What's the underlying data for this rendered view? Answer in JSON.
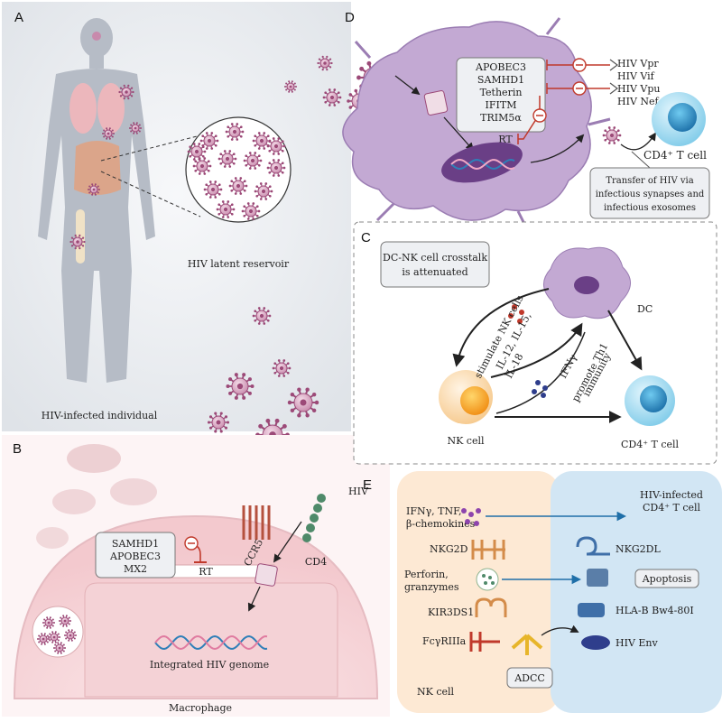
{
  "panels": {
    "A": {
      "letter": "A",
      "reservoir_label": "HIV latent reservoir",
      "individual_label": "HIV-infected individual"
    },
    "B": {
      "letter": "B",
      "restriction_factors": [
        "SAMHD1",
        "APOBEC3",
        "MX2"
      ],
      "rt_label": "RT",
      "ccr5_label": "CCR5",
      "cd4_label": "CD4",
      "hiv_label": "HIV",
      "genome_label": "Integrated HIV genome",
      "cell_label": "Macrophage"
    },
    "D": {
      "letter": "D",
      "restriction_factors": [
        "APOBEC3",
        "SAMHD1",
        "Tetherin",
        "IFITM",
        "TRIM5α"
      ],
      "rt_label": "RT",
      "antagonists": [
        "HIV Vpr",
        "HIV Vif",
        "HIV Vpu",
        "HIV Nef"
      ],
      "cd4_label": "CD4⁺ T cell",
      "transfer_lines": [
        "Transfer of HIV via",
        "infectious synapses and",
        "infectious exosomes"
      ]
    },
    "C": {
      "letter": "C",
      "crosstalk_lines": [
        "DC-NK cell crosstalk",
        "is attenuated"
      ],
      "dc_label": "DC",
      "stimulate_label": "stimulate NK cells",
      "cytokine_lines": [
        "IL-12, IL-15,",
        "IL-18"
      ],
      "ifn_label": "IFNγ",
      "promote_lines": [
        "promote Th1",
        "immunity"
      ],
      "nk_label": "NK cell",
      "cd4_label": "CD4⁺ T cell"
    },
    "E": {
      "letter": "E",
      "infected_lines": [
        "HIV-infected",
        "CD4⁺ T cell"
      ],
      "cytokine_lines": [
        "IFNγ, TNF,",
        "β-chemokines"
      ],
      "nkg2d_label": "NKG2D",
      "nkg2dl_label": "NKG2DL",
      "perforin_lines": [
        "Perforin,",
        "granzymes"
      ],
      "apoptosis_label": "Apoptosis",
      "kir_label": "KIR3DS1",
      "hla_label": "HLA-B Bw4-80I",
      "fc_label": "FcγRIIIa",
      "env_label": "HIV Env",
      "adcc_label": "ADCC",
      "nk_label": "NK cell"
    }
  },
  "colors": {
    "virus": "#9c4a78",
    "restriction": "#c0392b",
    "dc_body": "#b59ac8",
    "tcell": "#3aa7d6",
    "nk": "#f5b34c",
    "panel_bg": "#eef0f3"
  }
}
